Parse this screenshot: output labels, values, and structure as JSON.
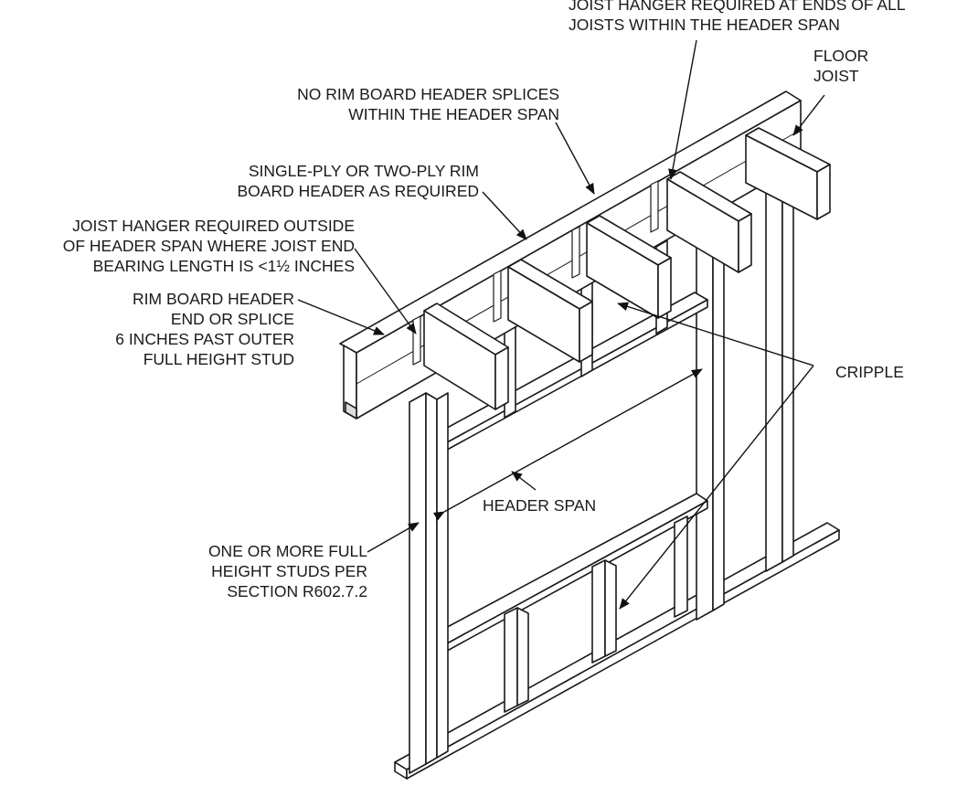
{
  "labels": {
    "hanger_ends": [
      "JOIST HANGER REQUIRED AT ENDS OF ALL",
      "JOISTS WITHIN THE HEADER SPAN"
    ],
    "floor_joist": [
      "FLOOR",
      "JOIST"
    ],
    "no_splices": [
      "NO RIM BOARD HEADER SPLICES",
      "WITHIN THE HEADER SPAN"
    ],
    "ply": [
      "SINGLE-PLY OR TWO-PLY RIM",
      "BOARD HEADER AS REQUIRED"
    ],
    "hanger_outside": [
      "JOIST HANGER REQUIRED OUTSIDE",
      "OF HEADER SPAN WHERE JOIST END",
      "BEARING LENGTH IS <1½ INCHES"
    ],
    "rim_end": [
      "RIM BOARD HEADER",
      "END OR SPLICE",
      "6 INCHES PAST OUTER",
      "FULL HEIGHT STUD"
    ],
    "cripple": "CRIPPLE",
    "header_span": "HEADER SPAN",
    "full_studs": [
      "ONE OR MORE FULL",
      "HEIGHT STUDS PER",
      "SECTION R602.7.2"
    ]
  }
}
